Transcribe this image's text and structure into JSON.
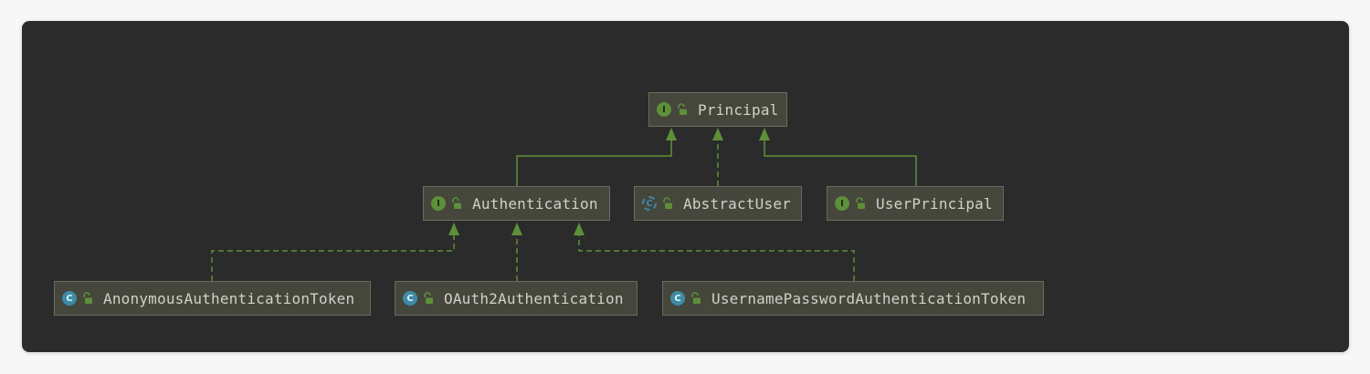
{
  "diagram": {
    "colors": {
      "background": "#2b2b2b",
      "node_fill": "#45463c",
      "node_border": "#6b6b5e",
      "text": "#d1d1c7",
      "edge": "#5e8f3a",
      "interface_badge": "#5e8f3a",
      "class_badge": "#3d8ba6"
    },
    "nodes": [
      {
        "id": "principal",
        "label": "Principal",
        "kind": "interface",
        "badge": "I",
        "icon": "interface-icon"
      },
      {
        "id": "authentication",
        "label": "Authentication",
        "kind": "interface",
        "badge": "I",
        "icon": "interface-icon"
      },
      {
        "id": "abstract_user",
        "label": "AbstractUser",
        "kind": "abstract-class",
        "badge": "C",
        "icon": "abstract-class-icon"
      },
      {
        "id": "user_principal",
        "label": "UserPrincipal",
        "kind": "interface",
        "badge": "I",
        "icon": "interface-icon"
      },
      {
        "id": "anonymous_token",
        "label": "AnonymousAuthenticationToken",
        "kind": "class",
        "badge": "C",
        "icon": "class-icon"
      },
      {
        "id": "oauth2_authentication",
        "label": "OAuth2Authentication",
        "kind": "class",
        "badge": "C",
        "icon": "class-icon"
      },
      {
        "id": "username_password_token",
        "label": "UsernamePasswordAuthenticationToken",
        "kind": "class",
        "badge": "C",
        "icon": "class-icon"
      }
    ],
    "edges": [
      {
        "from": "authentication",
        "to": "principal",
        "type": "extends",
        "style": "solid"
      },
      {
        "from": "abstract_user",
        "to": "principal",
        "type": "implements",
        "style": "dashed"
      },
      {
        "from": "user_principal",
        "to": "principal",
        "type": "extends",
        "style": "solid"
      },
      {
        "from": "anonymous_token",
        "to": "authentication",
        "type": "implements",
        "style": "dashed"
      },
      {
        "from": "oauth2_authentication",
        "to": "authentication",
        "type": "implements",
        "style": "dashed"
      },
      {
        "from": "username_password_token",
        "to": "authentication",
        "type": "implements",
        "style": "dashed"
      }
    ],
    "visibility_icon": "open-lock-icon"
  }
}
